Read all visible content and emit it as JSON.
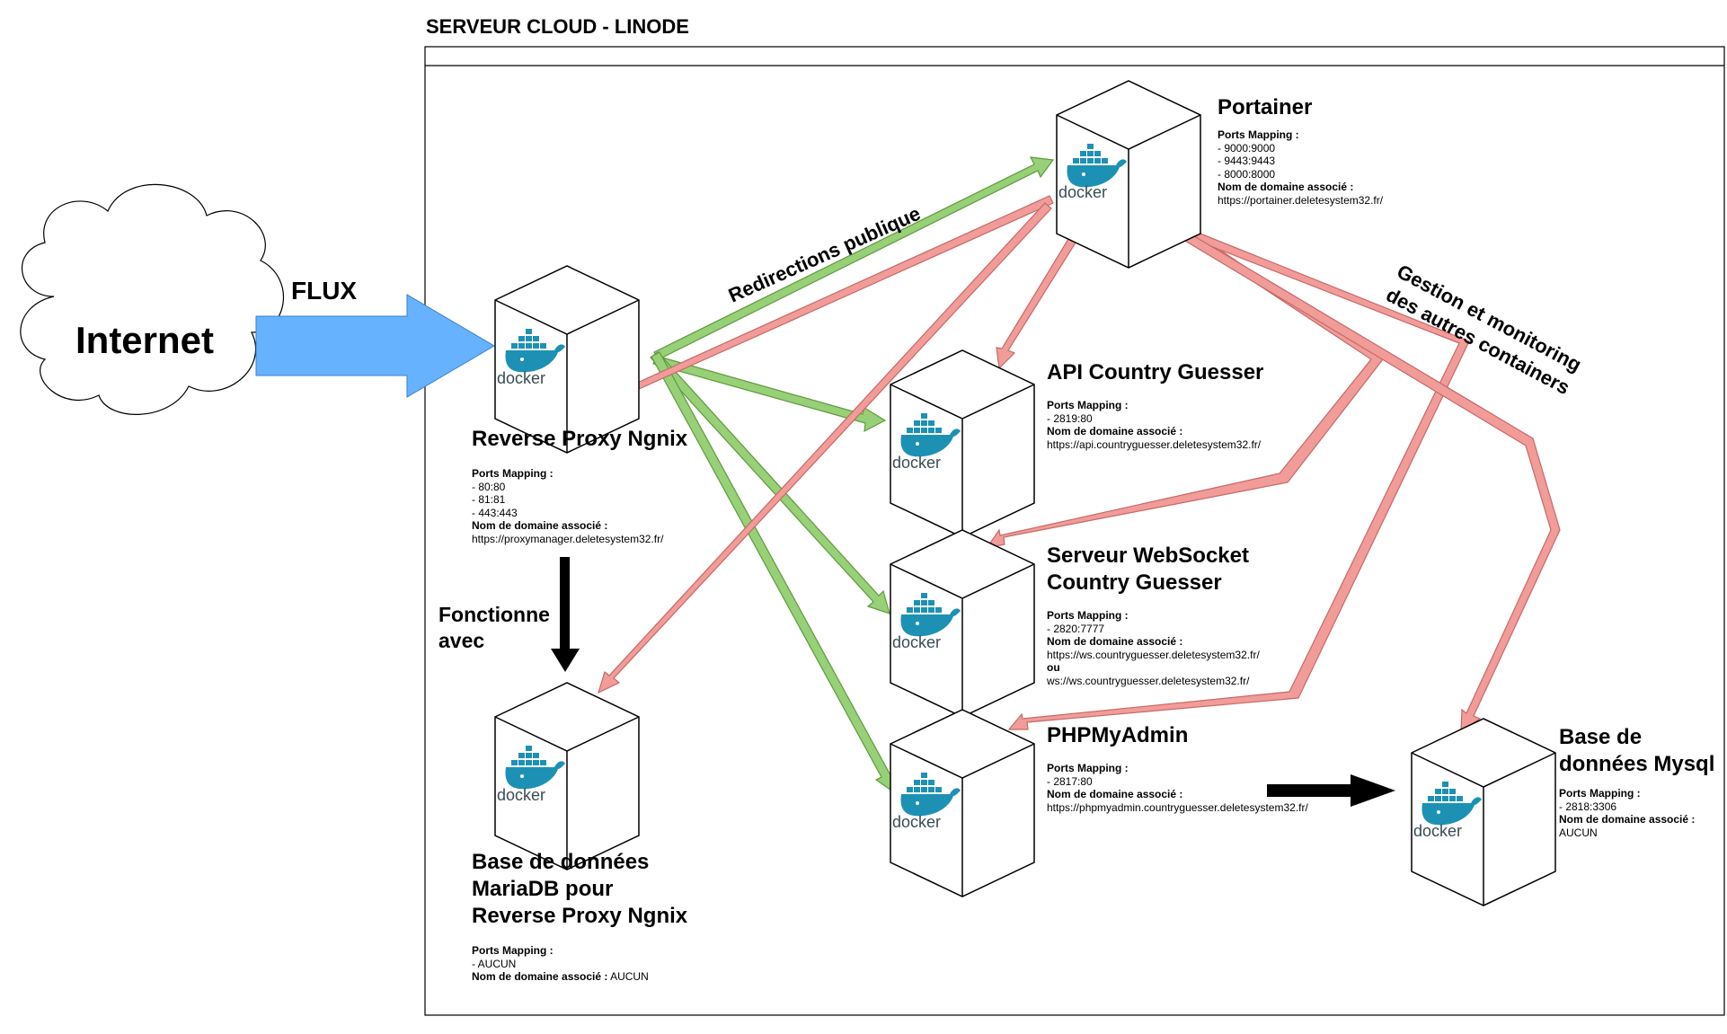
{
  "server": {
    "title": "SERVEUR CLOUD - LINODE"
  },
  "internet": {
    "label": "Internet"
  },
  "flux": {
    "label": "FLUX"
  },
  "labels": {
    "redirections": "Redirections publique",
    "gestion_line1": "Gestion et monitoring",
    "gestion_line2": "des autres containers",
    "fonctionne_line1": "Fonctionne",
    "fonctionne_line2": "avec"
  },
  "docker_logo_text": "docker",
  "colors": {
    "green_arrow": "#97d077",
    "red_arrow": "#f19c99",
    "flux_arrow": "#66b2ff",
    "border": "#000000"
  },
  "containers": {
    "portainer": {
      "title": "Portainer",
      "ports_label": "Ports Mapping :",
      "ports": [
        "- 9000:9000",
        "- 9443:9443",
        "- 8000:8000"
      ],
      "domain_label": "Nom de domaine associé :",
      "domain": "https://portainer.deletesystem32.fr/"
    },
    "proxy": {
      "title": "Reverse Proxy Ngnix",
      "ports_label": "Ports Mapping :",
      "ports": [
        "- 80:80",
        "- 81:81",
        "- 443:443"
      ],
      "domain_label": "Nom de domaine associé :",
      "domain": "https://proxymanager.deletesystem32.fr/"
    },
    "api": {
      "title": "API Country Guesser",
      "ports_label": "Ports Mapping :",
      "ports": [
        "- 2819:80"
      ],
      "domain_label": "Nom de domaine associé :",
      "domain": "https://api.countryguesser.deletesystem32.fr/"
    },
    "websocket": {
      "title_line1": "Serveur WebSocket",
      "title_line2": "Country Guesser",
      "ports_label": "Ports Mapping :",
      "ports": [
        "- 2820:7777"
      ],
      "domain_label": "Nom de domaine associé :",
      "domain": "https://ws.countryguesser.deletesystem32.fr/",
      "or_label": "ou",
      "domain_alt": "ws://ws.countryguesser.deletesystem32.fr/"
    },
    "mariadb": {
      "title_line1": "Base de données",
      "title_line2": "MariaDB pour",
      "title_line3": "Reverse Proxy Ngnix",
      "ports_label": "Ports Mapping :",
      "ports": [
        "- AUCUN"
      ],
      "domain_label": "Nom de domaine associé :",
      "domain": "AUCUN"
    },
    "phpmyadmin": {
      "title": "PHPMyAdmin",
      "ports_label": "Ports Mapping :",
      "ports": [
        "- 2817:80"
      ],
      "domain_label": "Nom de domaine associé :",
      "domain": "https://phpmyadmin.countryguesser.deletesystem32.fr/"
    },
    "mysql": {
      "title_line1": "Base de",
      "title_line2": "données Mysql",
      "ports_label": "Ports Mapping :",
      "ports": [
        "- 2818:3306"
      ],
      "domain_label": "Nom de domaine associé :",
      "domain": "AUCUN"
    }
  }
}
